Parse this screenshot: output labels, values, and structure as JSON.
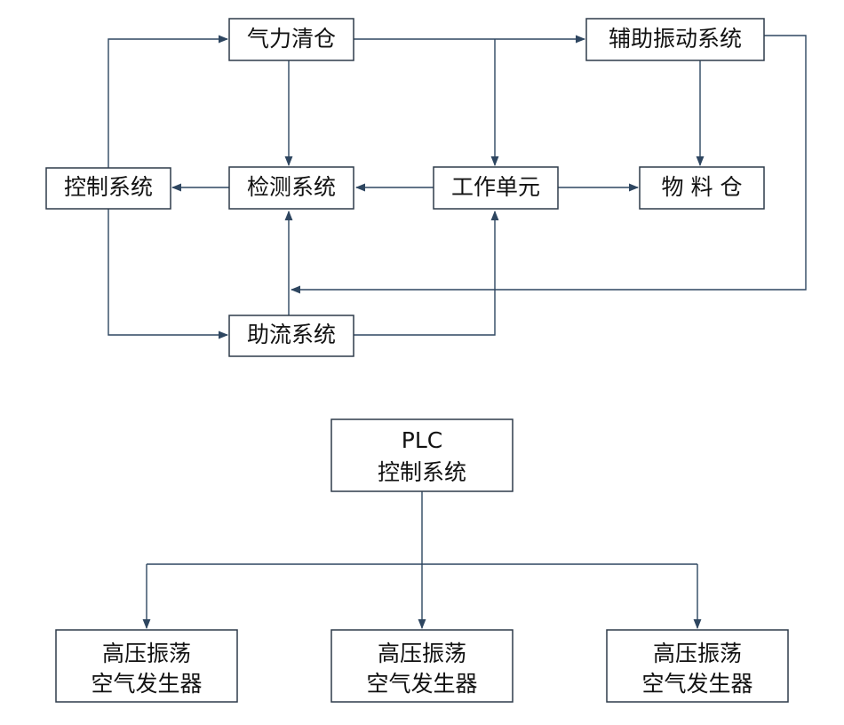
{
  "colors": {
    "line": "#2e4660",
    "box_border": "#2e3b4a",
    "text": "#111111",
    "background": "#ffffff"
  },
  "diagram1": {
    "nodes": {
      "pneumatic_clean": "气力清仓",
      "aux_vibration": "辅助振动系统",
      "control_system": "控制系统",
      "detection_system": "检测系统",
      "work_unit": "工作单元",
      "material_bin": "物 料 仓",
      "flow_aid": "助流系统"
    }
  },
  "diagram2": {
    "plc": {
      "line1": "PLC",
      "line2": "控制系统"
    },
    "generators": [
      {
        "line1": "高压振荡",
        "line2": "空气发生器"
      },
      {
        "line1": "高压振荡",
        "line2": "空气发生器"
      },
      {
        "line1": "高压振荡",
        "line2": "空气发生器"
      }
    ]
  }
}
